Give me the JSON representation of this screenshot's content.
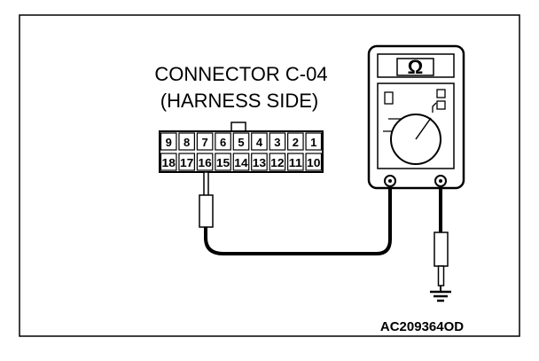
{
  "diagram": {
    "connector_title": "CONNECTOR C-04",
    "connector_subtitle": "(HARNESS SIDE)",
    "pins_top": [
      "9",
      "8",
      "7",
      "6",
      "5",
      "4",
      "3",
      "2",
      "1"
    ],
    "pins_bottom": [
      "18",
      "17",
      "16",
      "15",
      "14",
      "13",
      "12",
      "11",
      "10"
    ],
    "meter_symbol": "Ω",
    "figure_code": "AC209364OD"
  }
}
